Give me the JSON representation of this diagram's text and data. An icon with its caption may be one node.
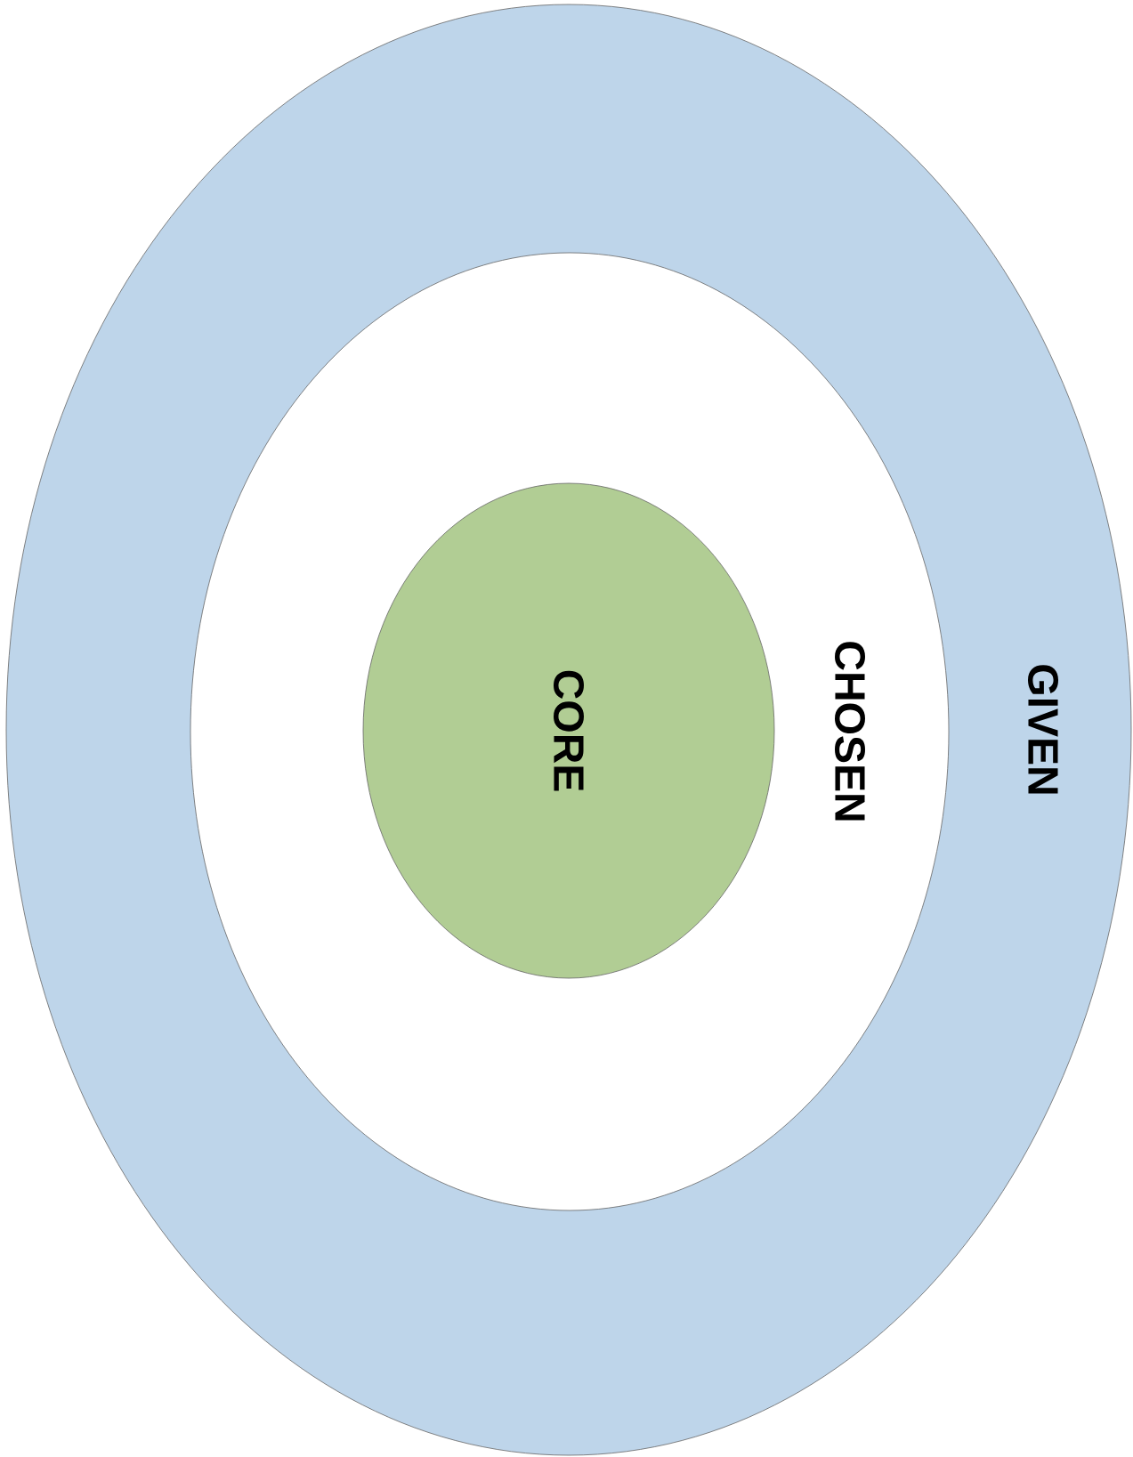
{
  "diagram": {
    "nodes": [
      {
        "text": [
          "GIVEN"
        ]
      },
      {
        "text": [
          "CHOSEN"
        ],
        "in": 0
      },
      {
        "text": [
          "CORE"
        ],
        "in": 1
      }
    ]
  }
}
